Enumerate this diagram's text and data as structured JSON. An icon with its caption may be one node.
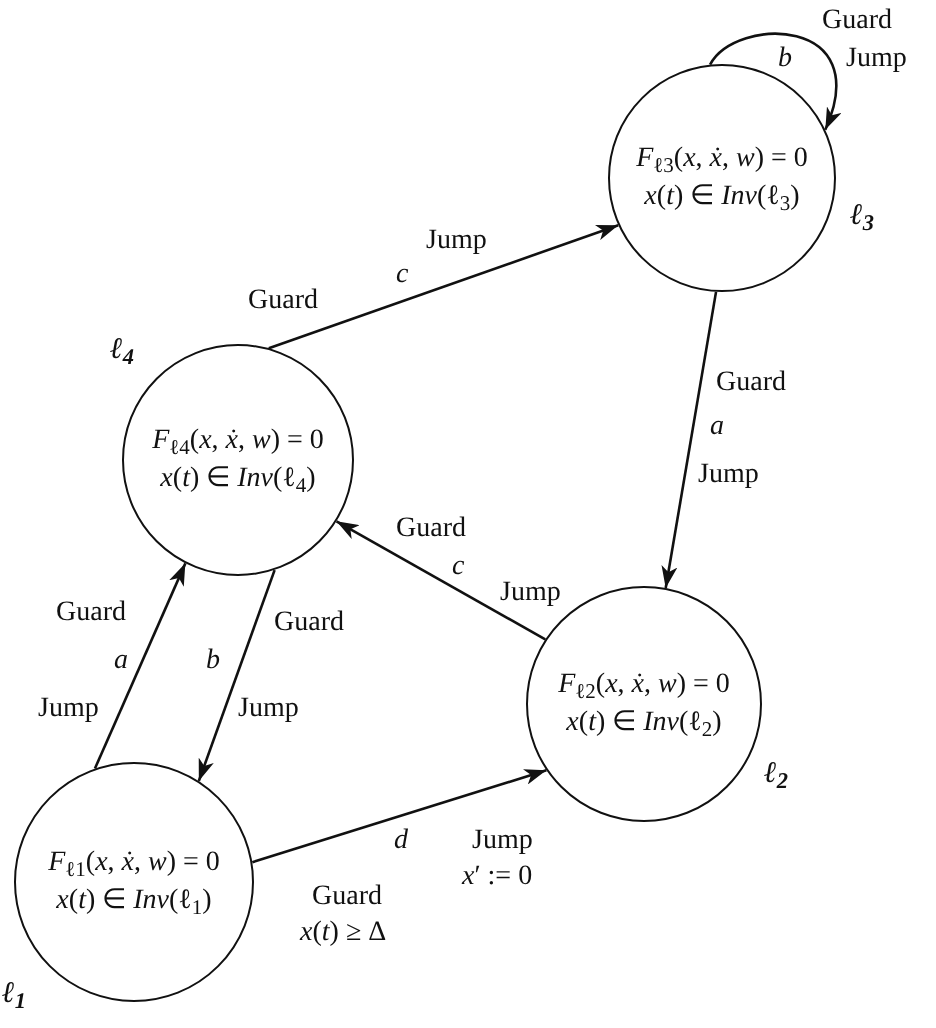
{
  "diagram": {
    "nodes": [
      {
        "text": [
          "*F*$_{ℓ3}$(*x*, *ẋ*, *w*) = 0",
          "*x*(*t*) ∈ *Inv*(ℓ$_{3}$)"
        ],
        "beside": [
          "ℓ$_{3}$"
        ]
      },
      {
        "text": [
          "*F*$_{ℓ4}$(*x*, *ẋ*, *w*) = 0",
          "*x*(*t*) ∈ *Inv*(ℓ$_{4}$)"
        ],
        "beside": [
          "ℓ$_{4}$"
        ]
      },
      {
        "text": [
          "*F*$_{ℓ2}$(*x*, *ẋ*, *w*) = 0",
          "*x*(*t*) ∈ *Inv*(ℓ$_{2}$)"
        ],
        "beside": [
          "ℓ$_{2}$"
        ]
      },
      {
        "text": [
          "*F*$_{ℓ1}$(*x*, *ẋ*, *w*) = 0",
          "*x*(*t*) ∈ *Inv*(ℓ$_{1}$)"
        ],
        "beside": [
          "ℓ$_{1}$"
        ]
      }
    ],
    "edges": [
      {
        "from": 0,
        "to": 0,
        "arrow": "to",
        "label": "b"
      },
      {
        "from": 1,
        "to": 0,
        "arrow": "to",
        "label": "c"
      },
      {
        "from": 0,
        "to": 2,
        "arrow": "to",
        "label": "a"
      },
      {
        "from": 2,
        "to": 1,
        "arrow": "to",
        "label": "c"
      },
      {
        "from": 3,
        "to": 1,
        "arrow": "to",
        "label": "a"
      },
      {
        "from": 1,
        "to": 3,
        "arrow": "to",
        "label": "b"
      },
      {
        "from": 3,
        "to": 2,
        "arrow": "to",
        "label": "d"
      }
    ],
    "labels": [
      "Guard",
      "Jump",
      "Jump",
      "Guard",
      "Guard",
      "Jump",
      "Guard",
      "Jump",
      "Guard",
      "Guard",
      "Jump",
      "Jump",
      "Jump",
      "*x*′ := 0",
      "Guard",
      "*x*(*t*) ≥ Δ"
    ]
  }
}
